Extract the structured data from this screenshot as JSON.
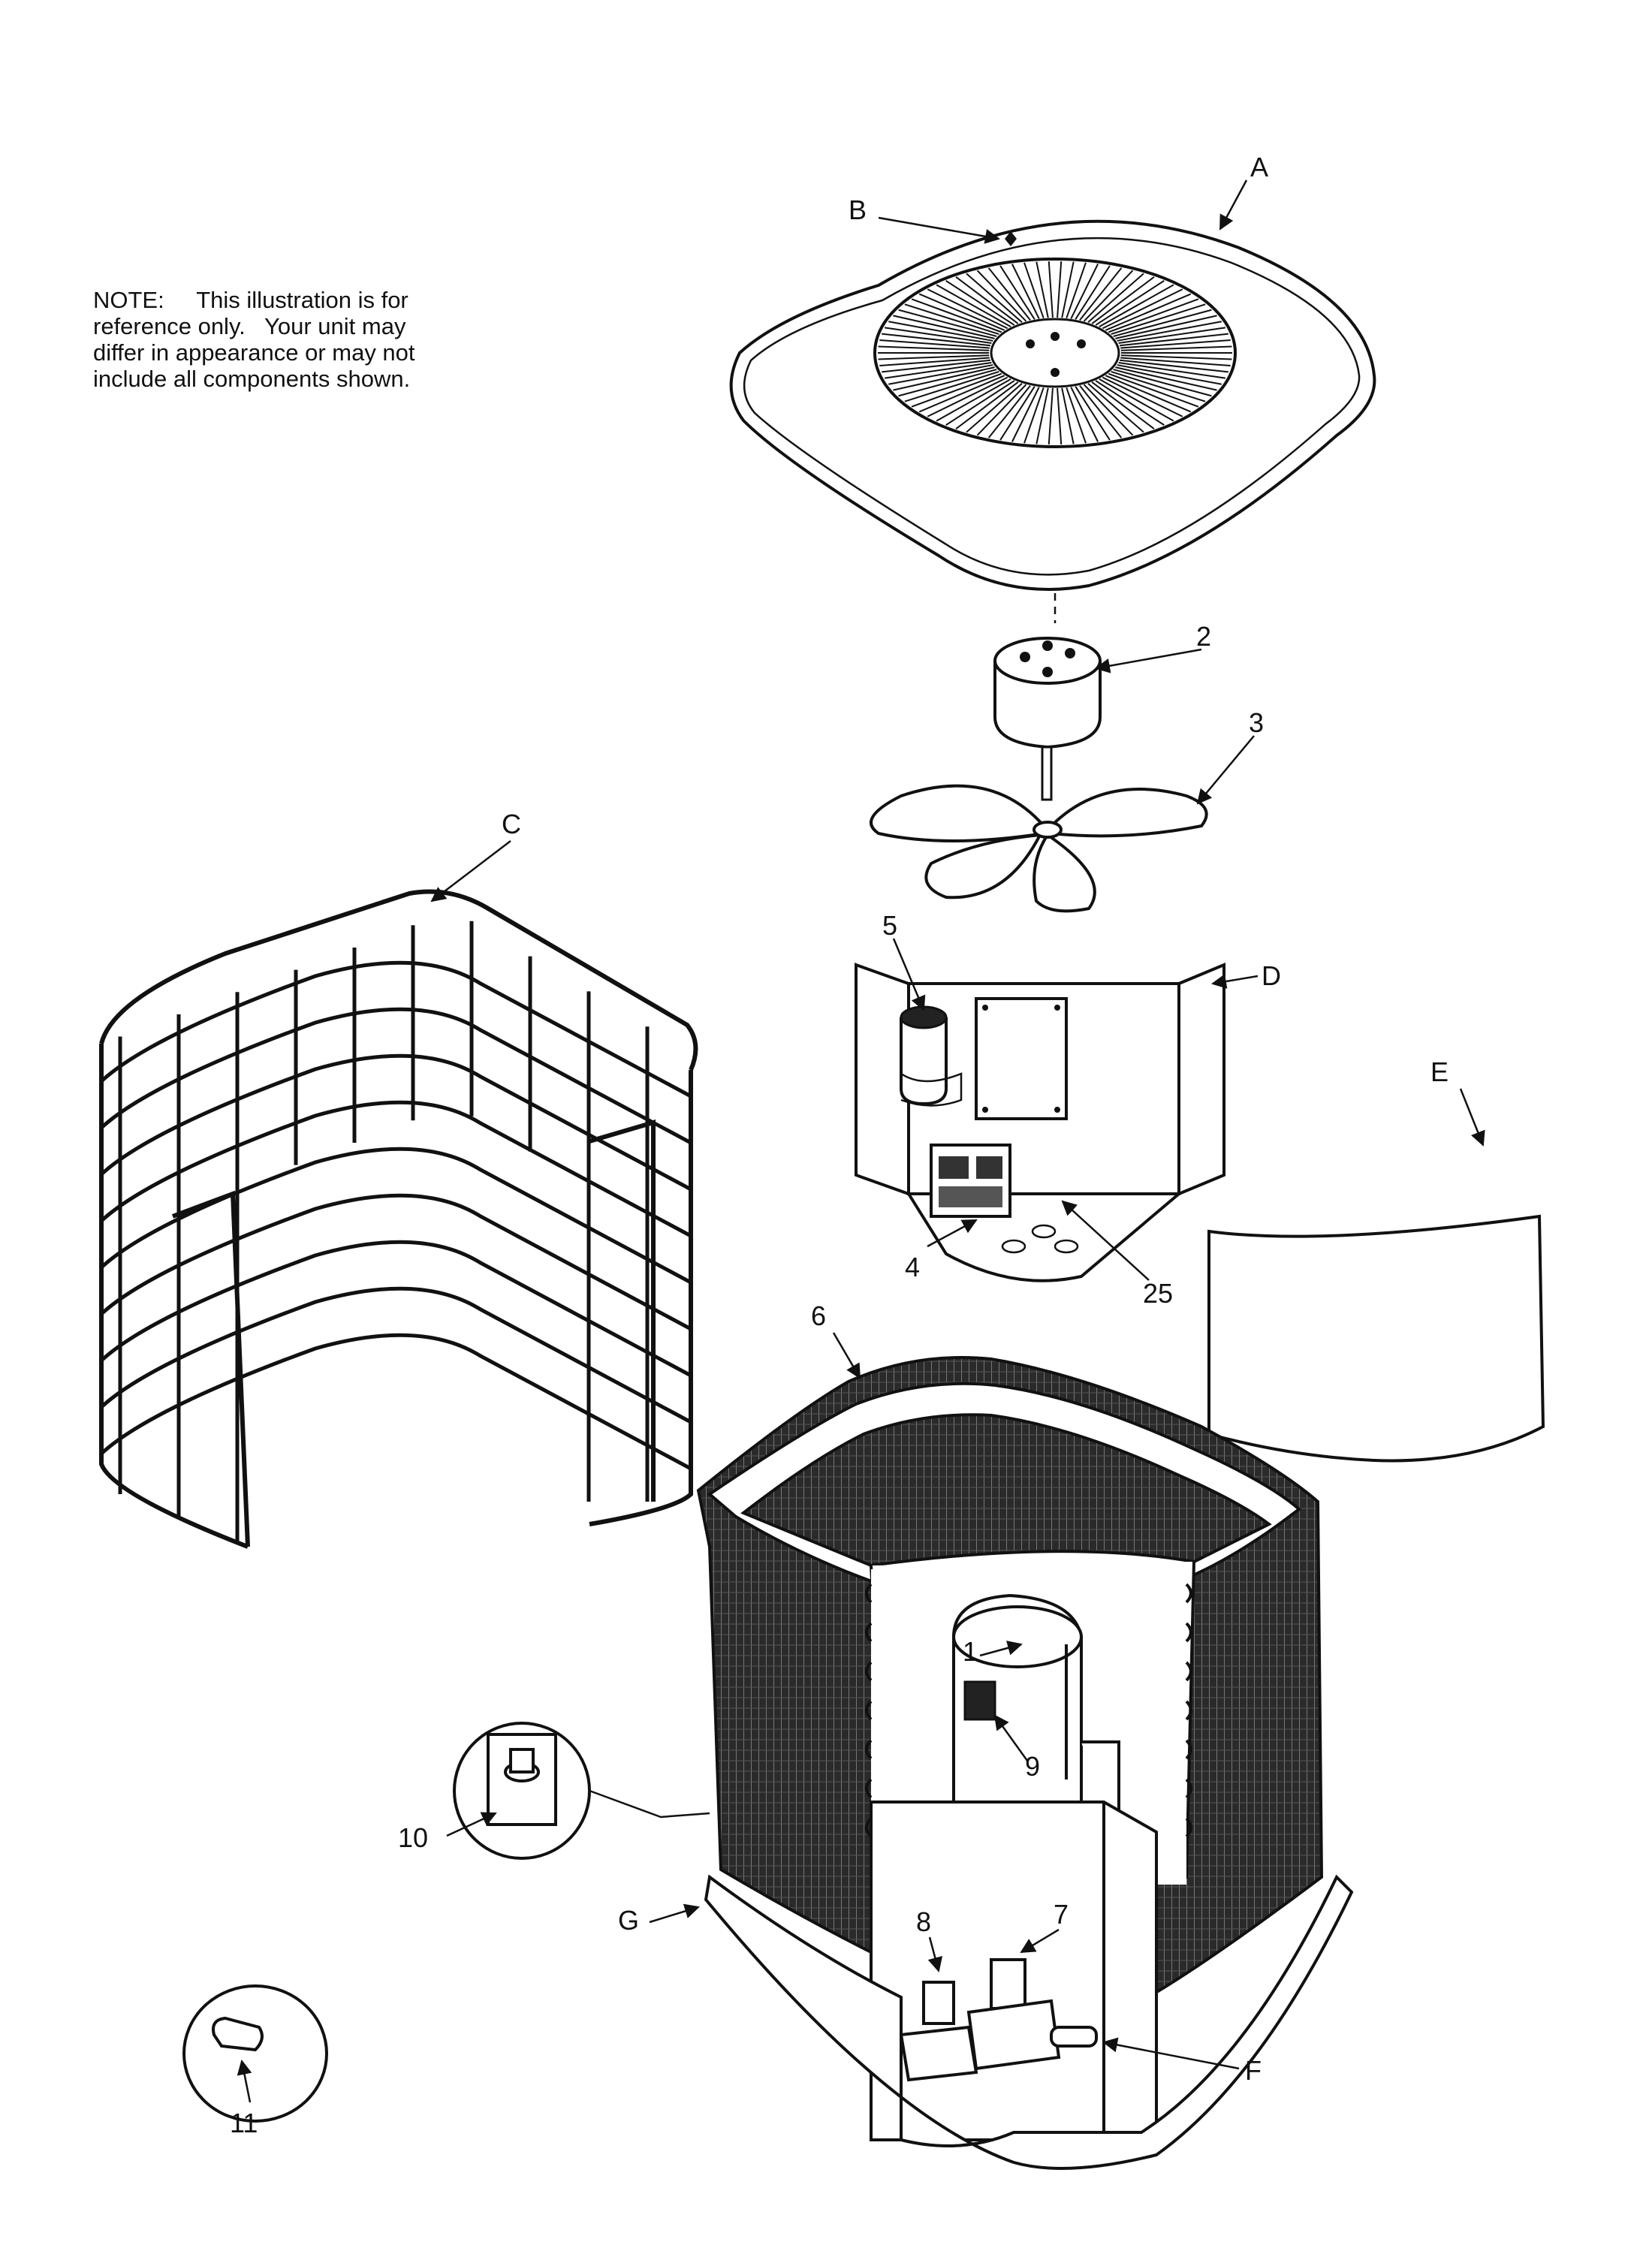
{
  "note": {
    "lines": [
      "NOTE:     This illustration is for",
      "reference only.   Your unit may",
      "differ in appearance or may not",
      "include all components shown."
    ]
  },
  "callouts": {
    "A": "A",
    "B": "B",
    "C": "C",
    "D": "D",
    "E": "E",
    "F": "F",
    "G": "G",
    "n1": "1",
    "n2": "2",
    "n3": "3",
    "n4": "4",
    "n5": "5",
    "n6": "6",
    "n7": "7",
    "n8": "8",
    "n9": "9",
    "n10": "10",
    "n11": "11",
    "n25": "25"
  }
}
